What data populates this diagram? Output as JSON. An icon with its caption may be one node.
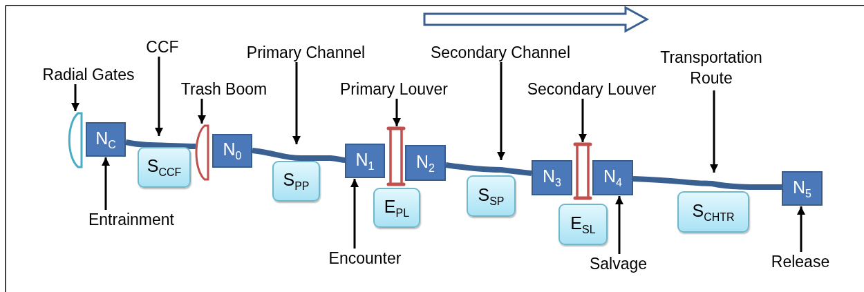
{
  "diagram": {
    "nodes": [
      {
        "text": [
          "Radial Gates"
        ]
      },
      {
        "text": [],
        "shape": "arc"
      },
      {
        "text": [
          "N$_{C}$"
        ]
      },
      {
        "text": [
          "Entrainment"
        ]
      },
      {
        "text": [
          "CCF"
        ]
      },
      {
        "text": [
          "S$_{CCF}$"
        ]
      },
      {
        "text": [
          "Trash Boom"
        ]
      },
      {
        "text": [],
        "shape": "arc"
      },
      {
        "text": [
          "N$_{0}$"
        ]
      },
      {
        "text": [
          "Primary Channel"
        ]
      },
      {
        "text": [
          "S$_{PP}$"
        ]
      },
      {
        "text": [
          "N$_{1}$"
        ]
      },
      {
        "text": [
          "Encounter"
        ]
      },
      {
        "text": [
          "Primary Louver"
        ]
      },
      {
        "text": [],
        "shape": "bar"
      },
      {
        "text": [
          "N$_{2}$"
        ]
      },
      {
        "text": [
          "E$_{PL}$"
        ]
      },
      {
        "text": [
          "Secondary Channel"
        ]
      },
      {
        "text": [
          "S$_{SP}$"
        ]
      },
      {
        "text": [
          "N$_{3}$"
        ]
      },
      {
        "text": [
          "Secondary Louver"
        ]
      },
      {
        "text": [],
        "shape": "bar"
      },
      {
        "text": [
          "N$_{4}$"
        ]
      },
      {
        "text": [
          "E$_{SL}$"
        ]
      },
      {
        "text": [
          "Salvage"
        ]
      },
      {
        "text": [
          "Transportation Route"
        ]
      },
      {
        "text": [
          "S$_{CHTR}$"
        ]
      },
      {
        "text": [
          "N$_{5}$"
        ]
      },
      {
        "text": [
          "Release"
        ]
      }
    ],
    "edges": [
      {
        "from": 0,
        "to": 1,
        "arrow": "to"
      },
      {
        "from": 3,
        "to": 2,
        "arrow": "to"
      },
      {
        "from": 4,
        "to": 5,
        "arrow": "to"
      },
      {
        "from": 6,
        "to": 7,
        "arrow": "to"
      },
      {
        "from": 9,
        "to": 10,
        "arrow": "to"
      },
      {
        "from": 12,
        "to": 11,
        "arrow": "to"
      },
      {
        "from": 13,
        "to": 14,
        "arrow": "to"
      },
      {
        "from": 17,
        "to": 18,
        "arrow": "to"
      },
      {
        "from": 20,
        "to": 21,
        "arrow": "to"
      },
      {
        "from": 24,
        "to": 22,
        "arrow": "to"
      },
      {
        "from": 25,
        "to": 26,
        "arrow": "to"
      },
      {
        "from": 28,
        "to": 27,
        "arrow": "to"
      },
      {
        "from": 2,
        "to": 7,
        "arrow": "none",
        "style": "thick",
        "color": "#3a5f91"
      },
      {
        "from": 8,
        "to": 11,
        "arrow": "none",
        "style": "thick",
        "color": "#3a5f91"
      },
      {
        "from": 15,
        "to": 19,
        "arrow": "none",
        "style": "thick",
        "color": "#3a5f91"
      },
      {
        "from": 22,
        "to": 27,
        "arrow": "none",
        "style": "thick",
        "color": "#3a5f91"
      }
    ]
  }
}
